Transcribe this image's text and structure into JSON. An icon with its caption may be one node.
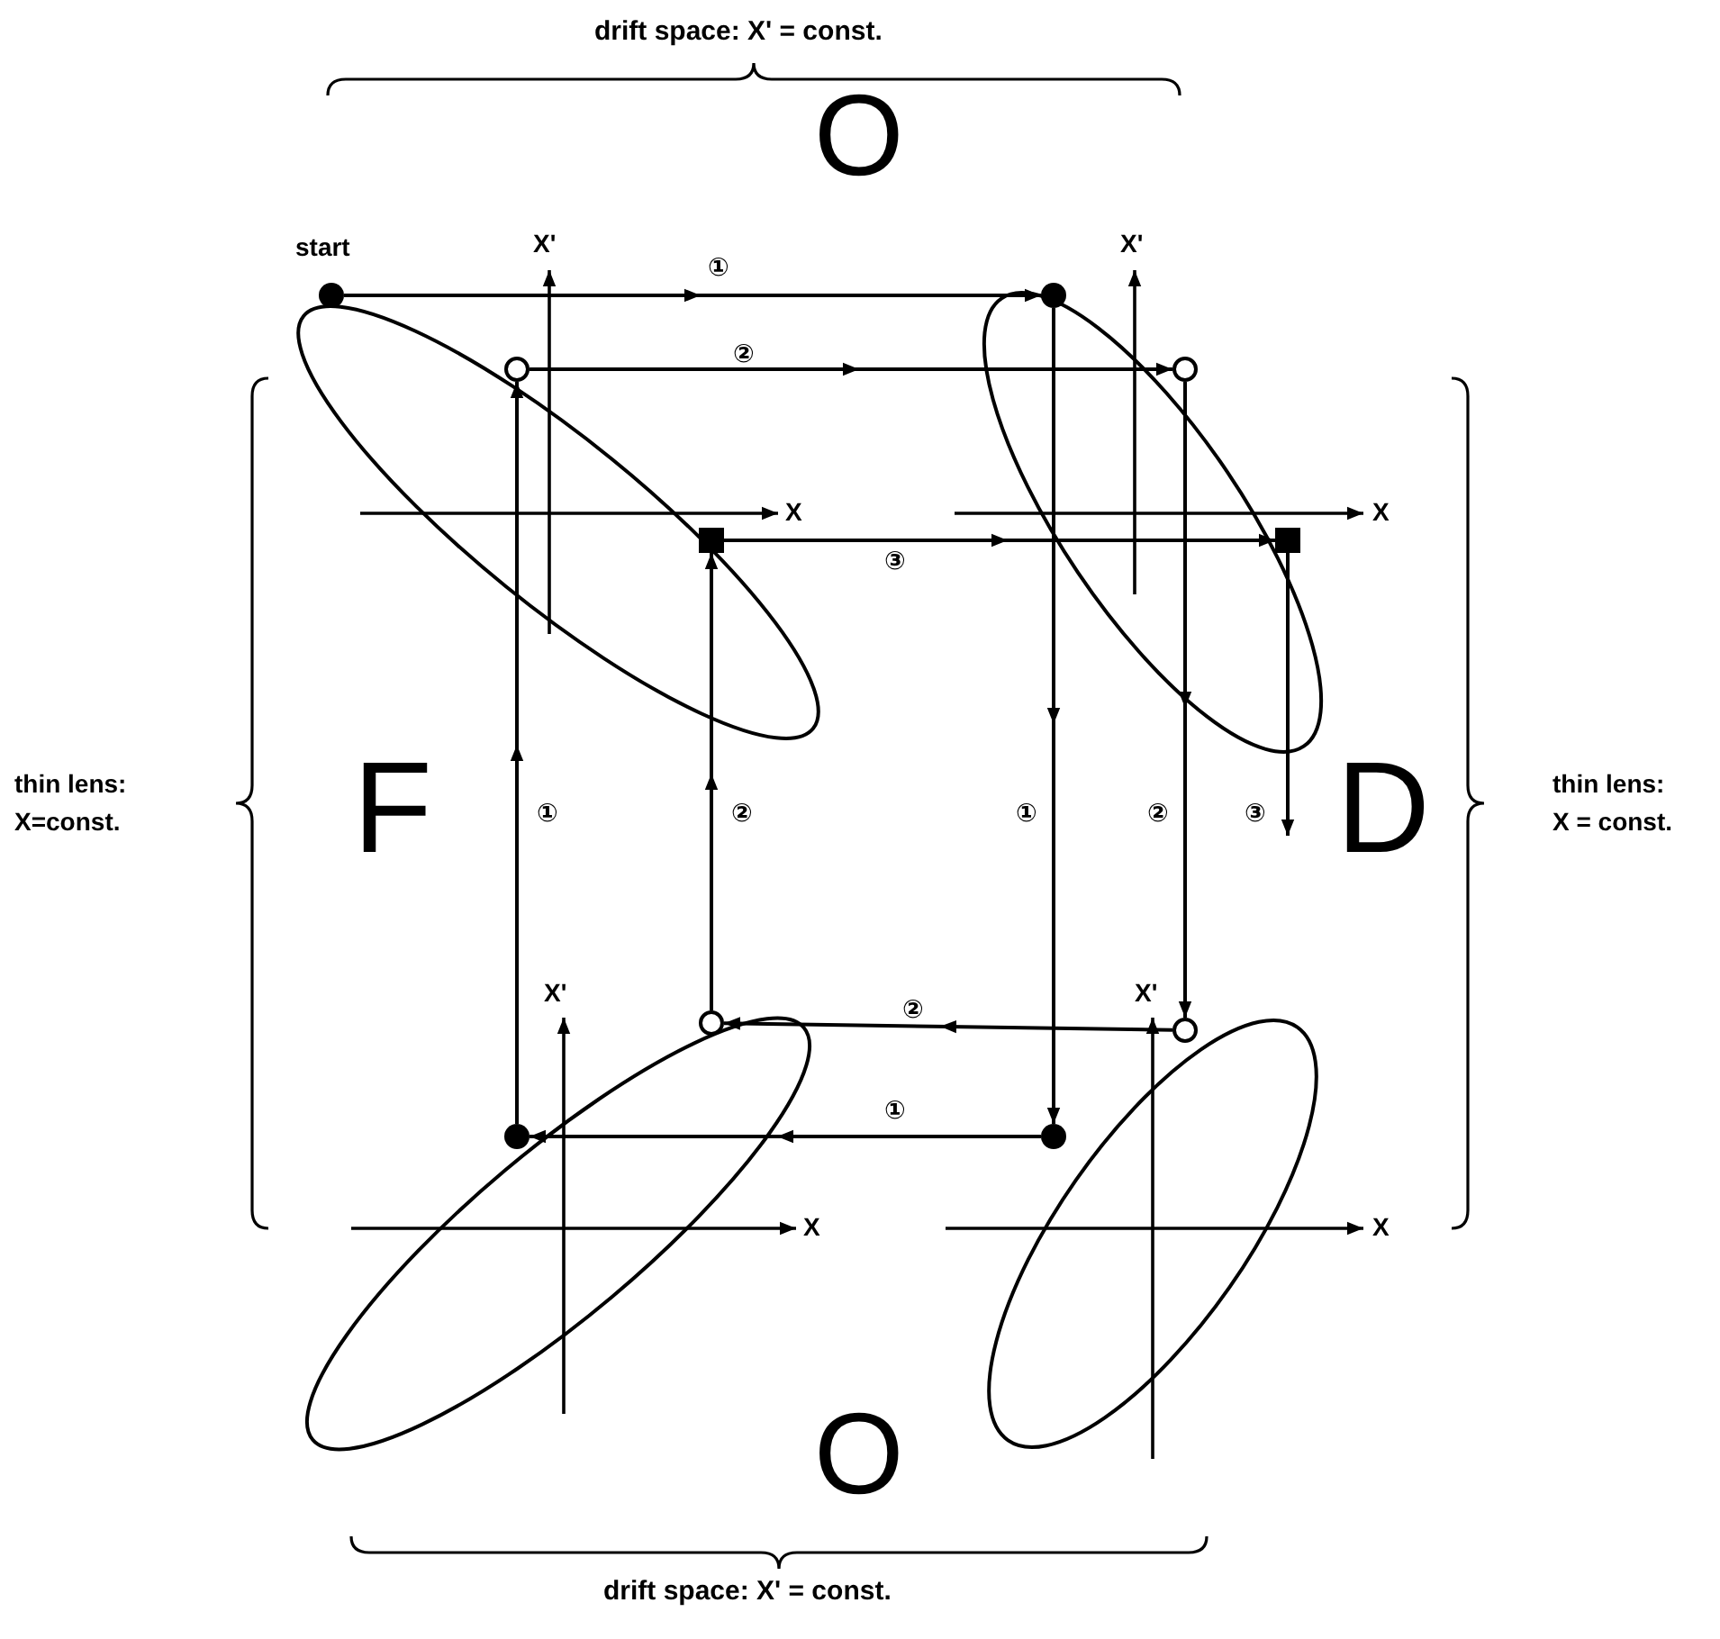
{
  "diagram": {
    "nodes": [
      {
        "text": [],
        "shape": "circle",
        "beside": [
          "start"
        ]
      },
      {
        "text": [],
        "shape": "circle"
      },
      {
        "text": [],
        "shape": "circle"
      },
      {
        "text": [],
        "shape": "circle"
      },
      {
        "text": [],
        "shape": "box"
      },
      {
        "text": [],
        "shape": "box"
      },
      {
        "text": [],
        "shape": "circle"
      },
      {
        "text": [],
        "shape": "circle"
      },
      {
        "text": [],
        "shape": "circle"
      },
      {
        "text": [],
        "shape": "circle"
      }
    ],
    "edges": [
      {
        "from": 0,
        "to": 1,
        "arrow": "to",
        "label": "①"
      },
      {
        "from": 2,
        "to": 3,
        "arrow": "to",
        "label": "②"
      },
      {
        "from": 4,
        "to": 5,
        "arrow": "to",
        "label": "③"
      },
      {
        "from": 1,
        "to": 9,
        "arrow": "to",
        "label": "①"
      },
      {
        "from": 3,
        "to": 7,
        "arrow": "to",
        "label": "②"
      },
      {
        "from": 5,
        "to": null,
        "arrow": "to",
        "label": "③"
      },
      {
        "from": 9,
        "to": 8,
        "arrow": "to",
        "label": "①"
      },
      {
        "from": 7,
        "to": 6,
        "arrow": "to",
        "label": "②"
      },
      {
        "from": 8,
        "to": 2,
        "arrow": "to",
        "label": "①"
      },
      {
        "from": 6,
        "to": 4,
        "arrow": "to",
        "label": "②"
      }
    ],
    "labels": [
      "drift space: X' = const.",
      "O",
      "X'",
      "X'",
      "X",
      "X",
      "thin lens: X=const.",
      "F",
      "D",
      "thin lens: X = const.",
      "X'",
      "X'",
      "X",
      "X",
      "O",
      "drift space: X' = const."
    ]
  }
}
